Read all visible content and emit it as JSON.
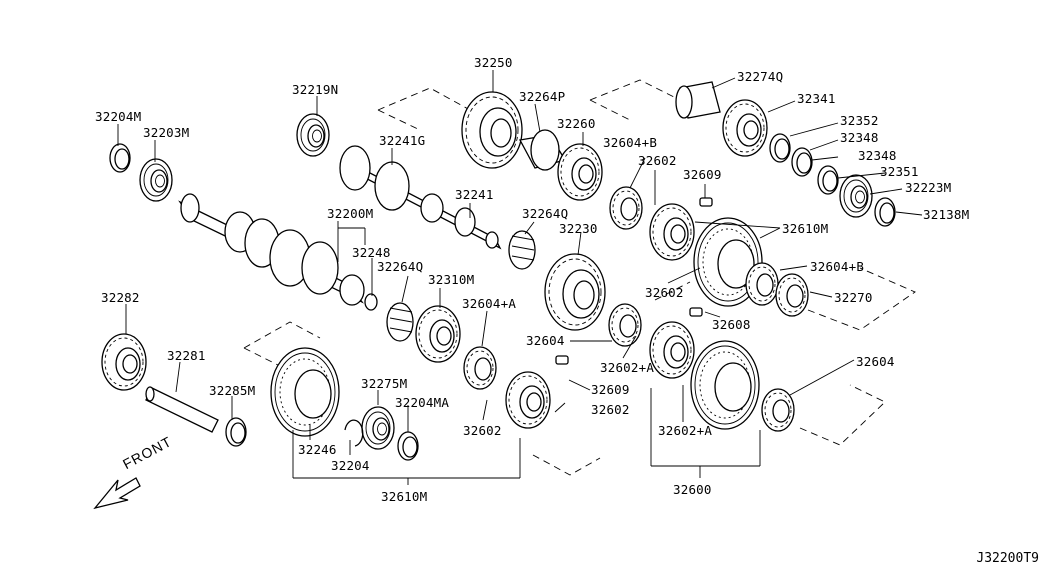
{
  "diagram": {
    "code": "J32200T9",
    "front_label": "FRONT",
    "labels": {
      "p32250": "32250",
      "p32274q": "32274Q",
      "p32219n": "32219N",
      "p32264p": "32264P",
      "p32341": "32341",
      "p32204m": "32204M",
      "p32203m": "32203M",
      "p32241g": "32241G",
      "p32260": "32260",
      "p32352": "32352",
      "p32348a": "32348",
      "p32348b": "32348",
      "p32351": "32351",
      "p32604b1": "32604+B",
      "p32602a": "32602",
      "p32609a": "32609",
      "p32223m": "32223M",
      "p32138m": "32138M",
      "p32241": "32241",
      "p32264q1": "32264Q",
      "p32200m": "32200M",
      "p32230": "32230",
      "p32610m1": "32610M",
      "p32248": "32248",
      "p32264q2": "32264Q",
      "p32310m": "32310M",
      "p32604b2": "32604+B",
      "p32602b": "32602",
      "p32270": "32270",
      "p32282": "32282",
      "p32604a1": "32604+A",
      "p32608": "32608",
      "p32604c": "32604",
      "p32281": "32281",
      "p32602a1": "32602+A",
      "p32604d": "32604",
      "p32275m": "32275M",
      "p32285m": "32285M",
      "p32609b": "32609",
      "p32204ma": "32204MA",
      "p32602c": "32602",
      "p32602d": "32602",
      "p32602a2": "32602+A",
      "p32246": "32246",
      "p32204": "32204",
      "p32600": "32600",
      "p32610m2": "32610M"
    }
  }
}
